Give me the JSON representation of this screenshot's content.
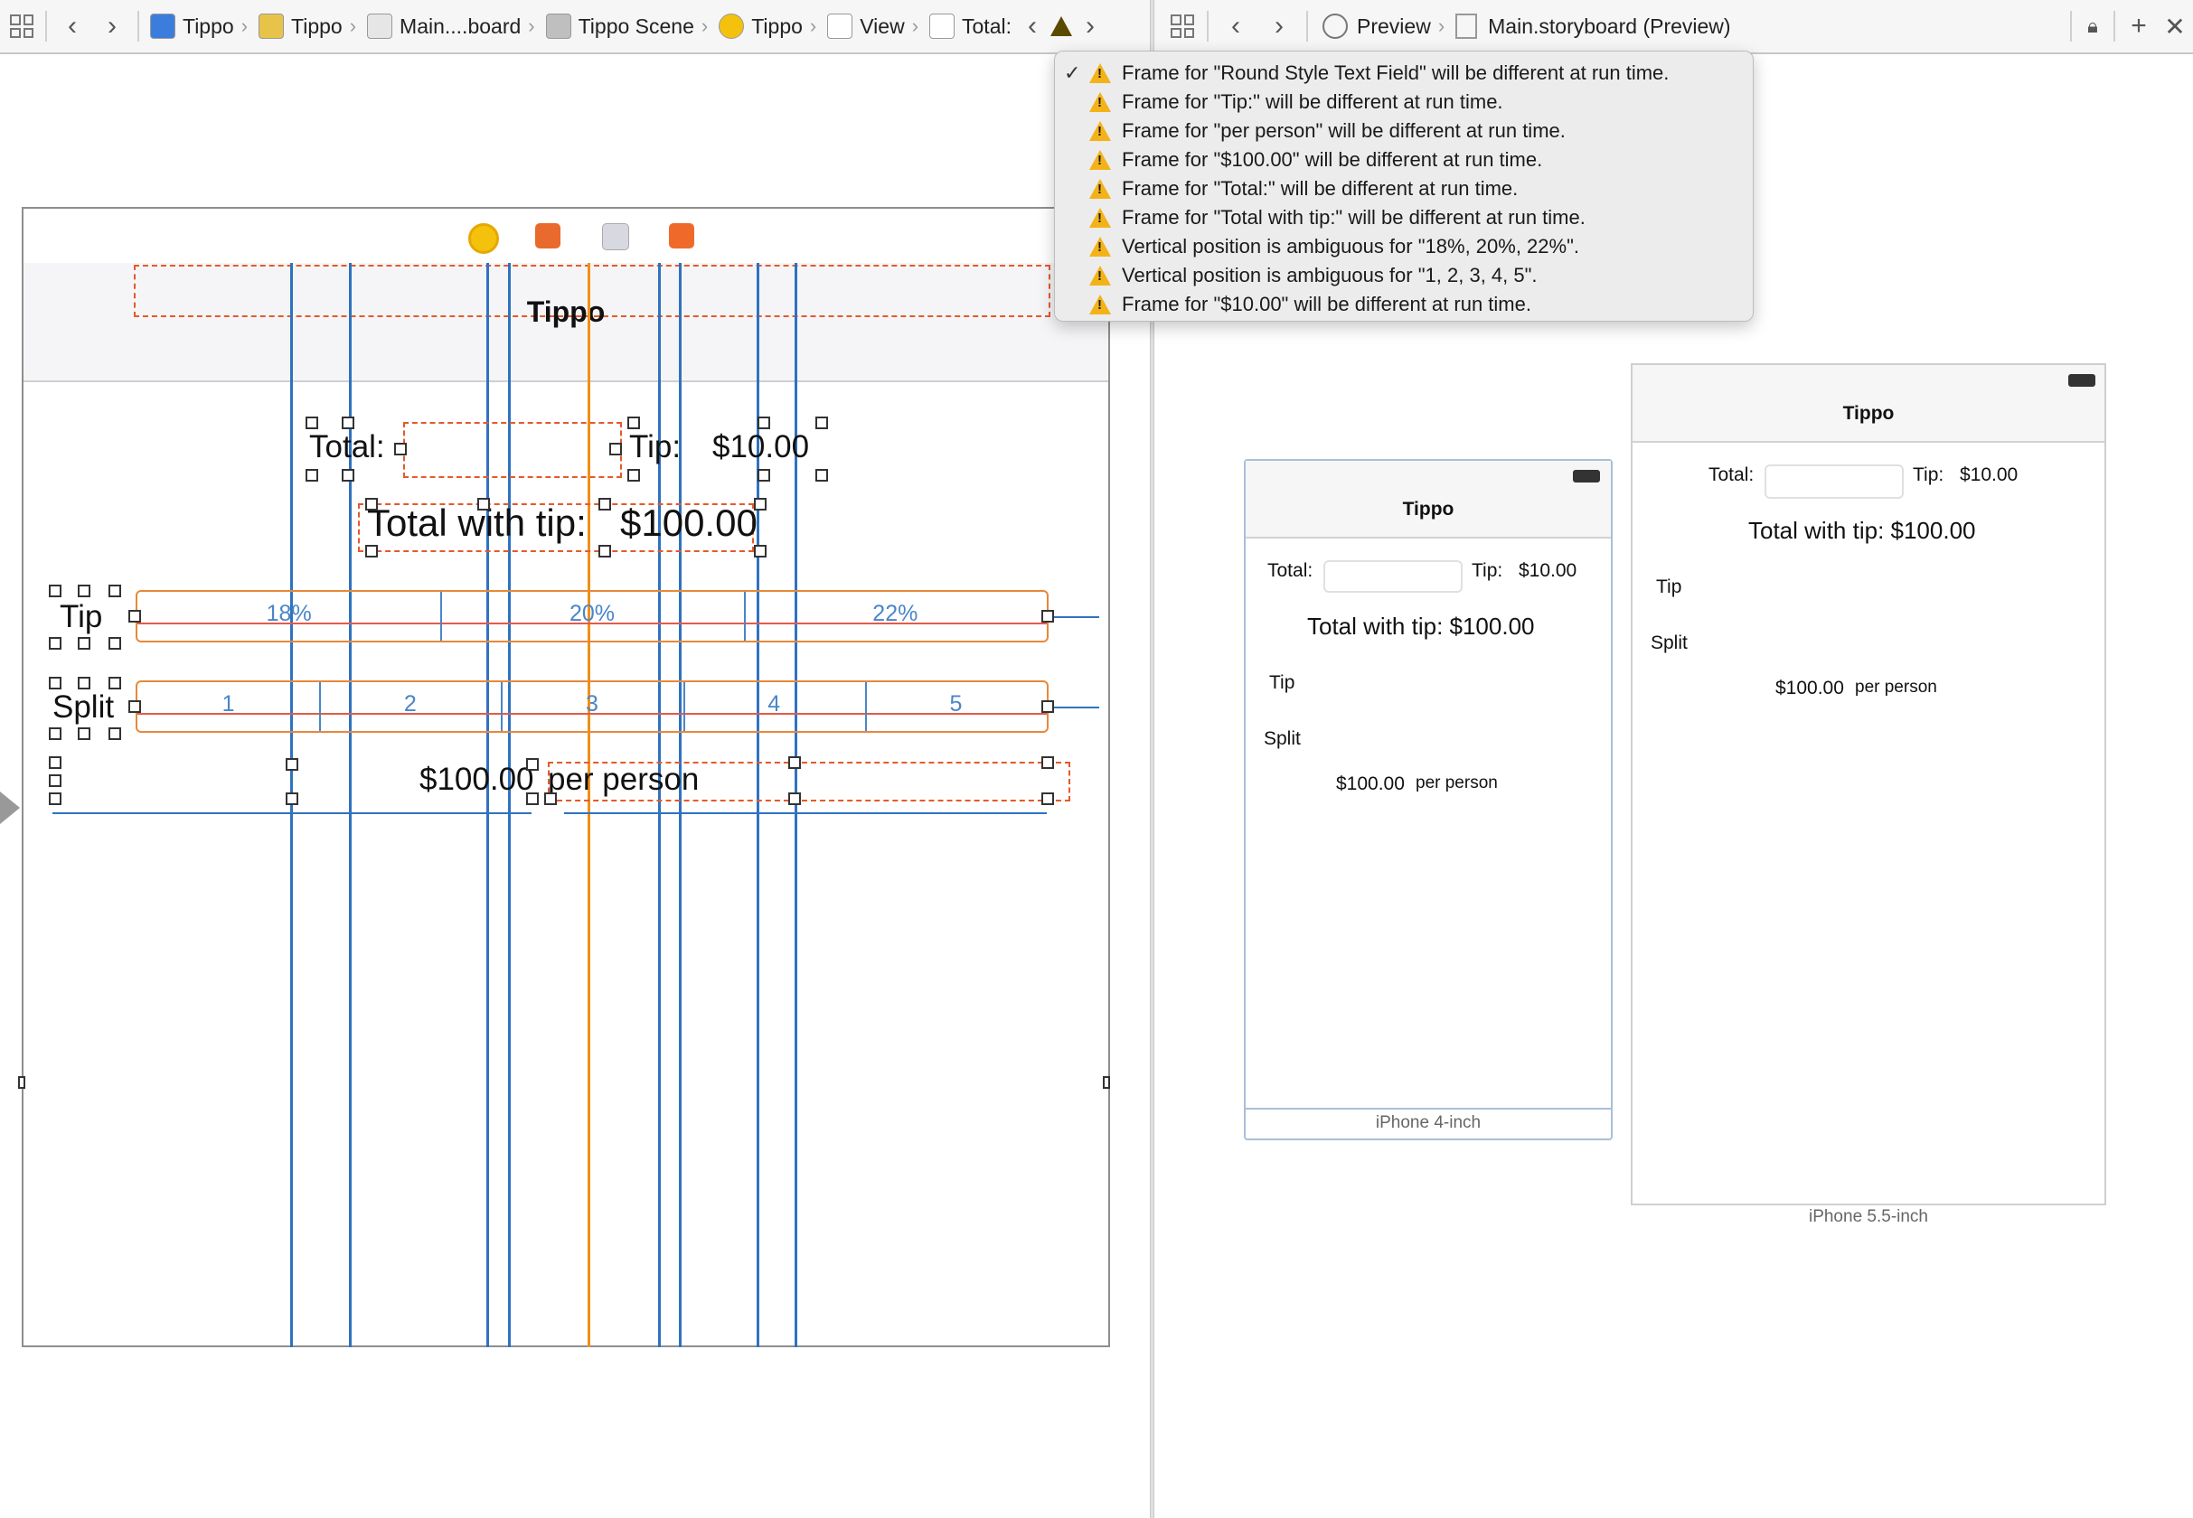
{
  "jumpbar_left": {
    "crumbs": [
      {
        "label": "Tippo",
        "icon": "project-icon"
      },
      {
        "label": "Tippo",
        "icon": "folder-icon"
      },
      {
        "label": "Main....board",
        "icon": "storyboard-icon"
      },
      {
        "label": "Tippo Scene",
        "icon": "scene-icon"
      },
      {
        "label": "Tippo",
        "icon": "view-controller-icon"
      },
      {
        "label": "View",
        "icon": "view-icon"
      },
      {
        "label": "Total:",
        "icon": "label-icon"
      }
    ]
  },
  "jumpbar_right": {
    "preview_label": "Preview",
    "file_label": "Main.storyboard (Preview)"
  },
  "issues": [
    {
      "text": "Frame for \"Round Style Text Field\" will be different at run time.",
      "checked": true
    },
    {
      "text": "Frame for \"Tip:\" will be different at run time.",
      "checked": false
    },
    {
      "text": "Frame for \"per person\" will be different at run time.",
      "checked": false
    },
    {
      "text": "Frame for \"$100.00\" will be different at run time.",
      "checked": false
    },
    {
      "text": "Frame for \"Total:\" will be different at run time.",
      "checked": false
    },
    {
      "text": "Frame for \"Total with tip:\" will be different at run time.",
      "checked": false
    },
    {
      "text": "Vertical position is ambiguous for \"18%, 20%, 22%\".",
      "checked": false
    },
    {
      "text": "Vertical position is ambiguous for \"1, 2, 3, 4, 5\".",
      "checked": false
    },
    {
      "text": "Frame for \"$10.00\" will be different at run time.",
      "checked": false
    }
  ],
  "canvas": {
    "nav_title": "Tippo",
    "total_label": "Total:",
    "tip_label": "Tip:",
    "tip_value": "$10.00",
    "total_with_tip_label": "Total with tip:",
    "total_with_tip_value": "$100.00",
    "tip_row_label": "Tip",
    "tip_segments": [
      "18%",
      "20%",
      "22%"
    ],
    "split_row_label": "Split",
    "split_segments": [
      "1",
      "2",
      "3",
      "4",
      "5"
    ],
    "per_person_value": "$100.00",
    "per_person_label": "per person"
  },
  "preview_small": {
    "title": "Tippo",
    "total_label": "Total:",
    "tip_label": "Tip:",
    "tip_value": "$10.00",
    "total_with_tip": "Total with tip: $100.00",
    "tip_row": "Tip",
    "split_row": "Split",
    "per_person_value": "$100.00",
    "per_person_label": "per person",
    "caption": "iPhone 4-inch"
  },
  "preview_large": {
    "title": "Tippo",
    "total_label": "Total:",
    "tip_label": "Tip:",
    "tip_value": "$10.00",
    "total_with_tip": "Total with tip: $100.00",
    "tip_row": "Tip",
    "split_row": "Split",
    "per_person_value": "$100.00",
    "per_person_label": "per person",
    "caption": "iPhone 5.5-inch"
  },
  "colors": {
    "constraint": "#2f72c0",
    "warning": "#f3b318",
    "misplaced": "#e45a2a"
  }
}
